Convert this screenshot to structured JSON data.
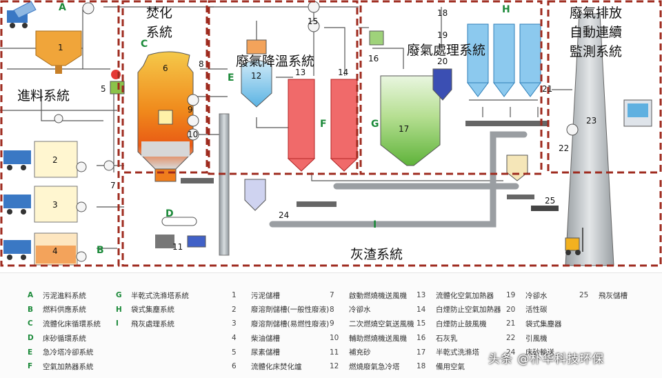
{
  "zones": {
    "feed": {
      "title": "進料系統",
      "letter": "A"
    },
    "incineration": {
      "title_line1": "焚化",
      "title_line2": "系統",
      "letter": "C"
    },
    "cooling": {
      "title": "廢氣降溫系統",
      "letter": "E"
    },
    "treatment": {
      "title": "廢氣處理系統",
      "letter": "G"
    },
    "monitoring": {
      "title_line1": "廢氣排放",
      "title_line2": "自動連續",
      "title_line3": "監測系統"
    },
    "ash": {
      "title": "灰渣系統",
      "letter": "I"
    },
    "letter_b": "B",
    "letter_d": "D",
    "letter_f": "F",
    "letter_h": "H"
  },
  "equipment_numbers": {
    "n1": "1",
    "n2": "2",
    "n3": "3",
    "n4": "4",
    "n5": "5",
    "n6": "6",
    "n7": "7",
    "n8": "8",
    "n9": "9",
    "n10": "10",
    "n11": "11",
    "n12": "12",
    "n13": "13",
    "n14": "14",
    "n15": "15",
    "n16": "16",
    "n17": "17",
    "n18": "18",
    "n19": "19",
    "n20": "20",
    "n21": "21",
    "n22": "22",
    "n23": "23",
    "n24": "24",
    "n25": "25"
  },
  "legend_systems": [
    {
      "code": "A",
      "label": "污泥進料系統"
    },
    {
      "code": "B",
      "label": "燃料供應系統"
    },
    {
      "code": "C",
      "label": "流體化床循環系統"
    },
    {
      "code": "D",
      "label": "床砂循環系統"
    },
    {
      "code": "E",
      "label": "急冷塔冷卻系統"
    },
    {
      "code": "F",
      "label": "空氣加熱器系統"
    }
  ],
  "legend_systems2": [
    {
      "code": "G",
      "label": "半乾式洗滌塔系統"
    },
    {
      "code": "H",
      "label": "袋式集塵系統"
    },
    {
      "code": "I",
      "label": "飛灰處理系統"
    }
  ],
  "legend_items1": [
    {
      "code": "1",
      "label": "污泥儲槽"
    },
    {
      "code": "2",
      "label": "廢溶劑儲槽(一般性廢液)"
    },
    {
      "code": "3",
      "label": "廢溶劑儲槽(易燃性廢液)"
    },
    {
      "code": "4",
      "label": "柴油儲槽"
    },
    {
      "code": "5",
      "label": "尿素儲槽"
    },
    {
      "code": "6",
      "label": "流體化床焚化爐"
    }
  ],
  "legend_items2": [
    {
      "code": "7",
      "label": "啟動燃燒機送風機"
    },
    {
      "code": "8",
      "label": "冷卻水"
    },
    {
      "code": "9",
      "label": "二次燃燒空氣送風機"
    },
    {
      "code": "10",
      "label": "輔助燃燒機送風機"
    },
    {
      "code": "11",
      "label": "補充砂"
    },
    {
      "code": "12",
      "label": "燃燒廢氣急冷塔"
    }
  ],
  "legend_items3": [
    {
      "code": "13",
      "label": "流體化空氣加熱器"
    },
    {
      "code": "14",
      "label": "白煙防止空氣加熱器"
    },
    {
      "code": "15",
      "label": "白煙防止鼓風機"
    },
    {
      "code": "16",
      "label": "石灰乳"
    },
    {
      "code": "17",
      "label": "半乾式洗滌塔"
    },
    {
      "code": "18",
      "label": "備用空氣"
    }
  ],
  "legend_items4": [
    {
      "code": "19",
      "label": "冷卻水"
    },
    {
      "code": "20",
      "label": "活性碳"
    },
    {
      "code": "21",
      "label": "袋式集塵器"
    },
    {
      "code": "22",
      "label": "引風機"
    },
    {
      "code": "24",
      "label": "床砂輸送"
    }
  ],
  "legend_items5": [
    {
      "code": "25",
      "label": "飛灰儲槽"
    }
  ],
  "watermark": "头条 @朴华科技环保"
}
